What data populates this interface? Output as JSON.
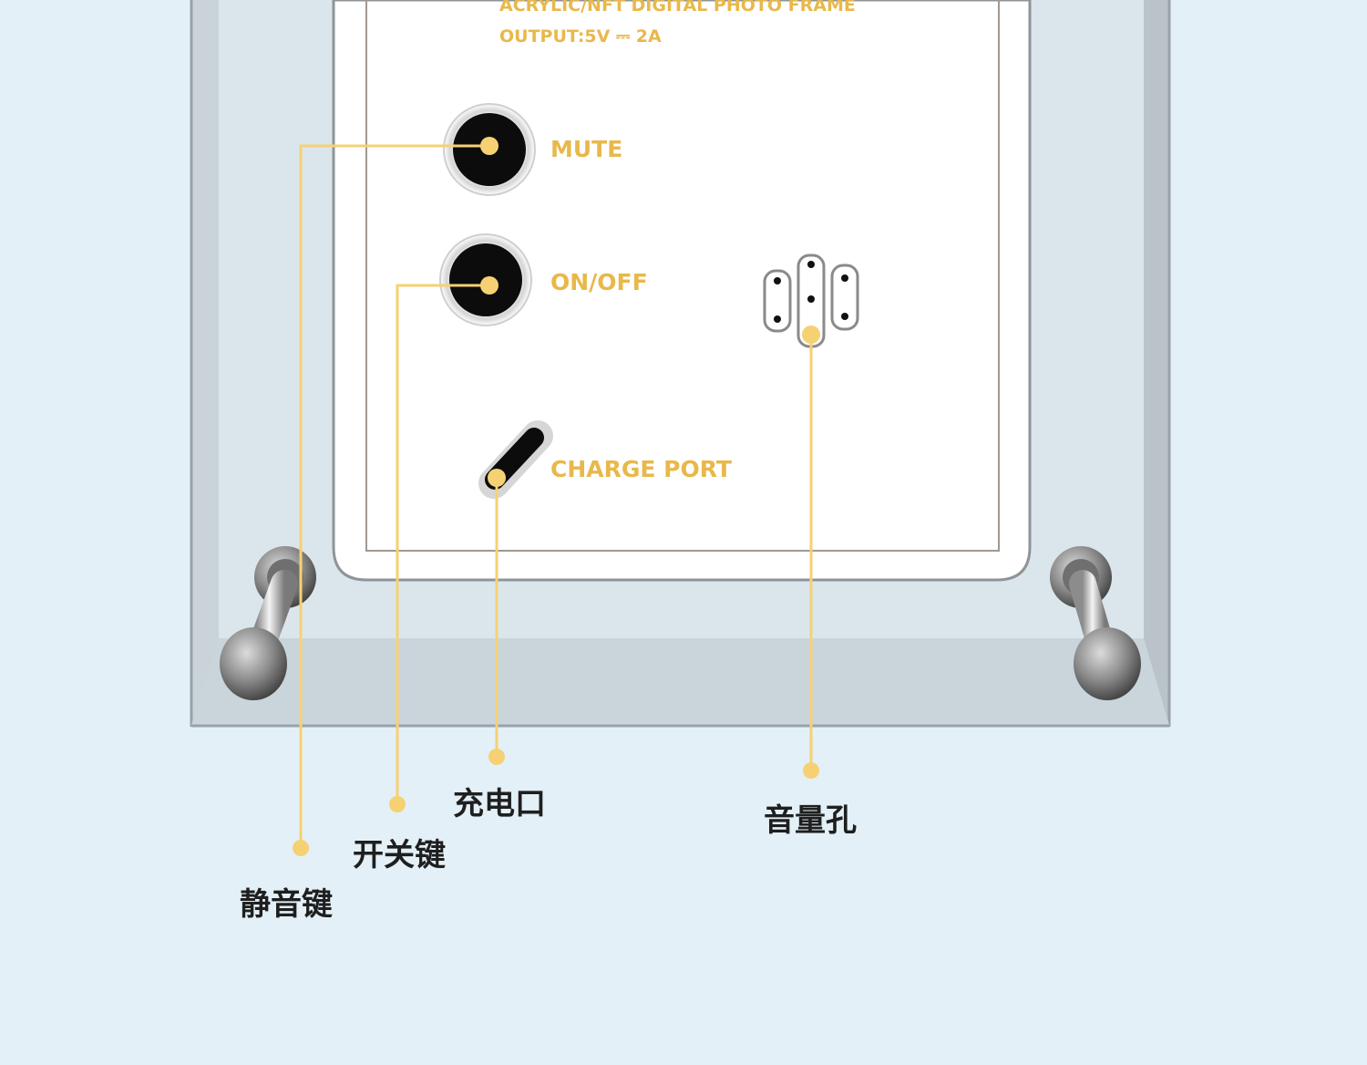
{
  "colors": {
    "background": "#e3f0f7",
    "accent": "#e8b84a",
    "leader": "#f6d173",
    "label": "#1f1f1f",
    "panel": "#ffffff",
    "frame_edge": "#9aa2a8"
  },
  "panel": {
    "title": "ACRYLIC/NFT DIGITAL PHOTO FRAME",
    "output": "OUTPUT:5V ⎓ 2A"
  },
  "controls": {
    "mute": "MUTE",
    "onoff": "ON/OFF",
    "charge": "CHARGE PORT"
  },
  "callouts": {
    "mute": "静音键",
    "power": "开关键",
    "charge": "充电口",
    "speaker": "音量孔"
  }
}
